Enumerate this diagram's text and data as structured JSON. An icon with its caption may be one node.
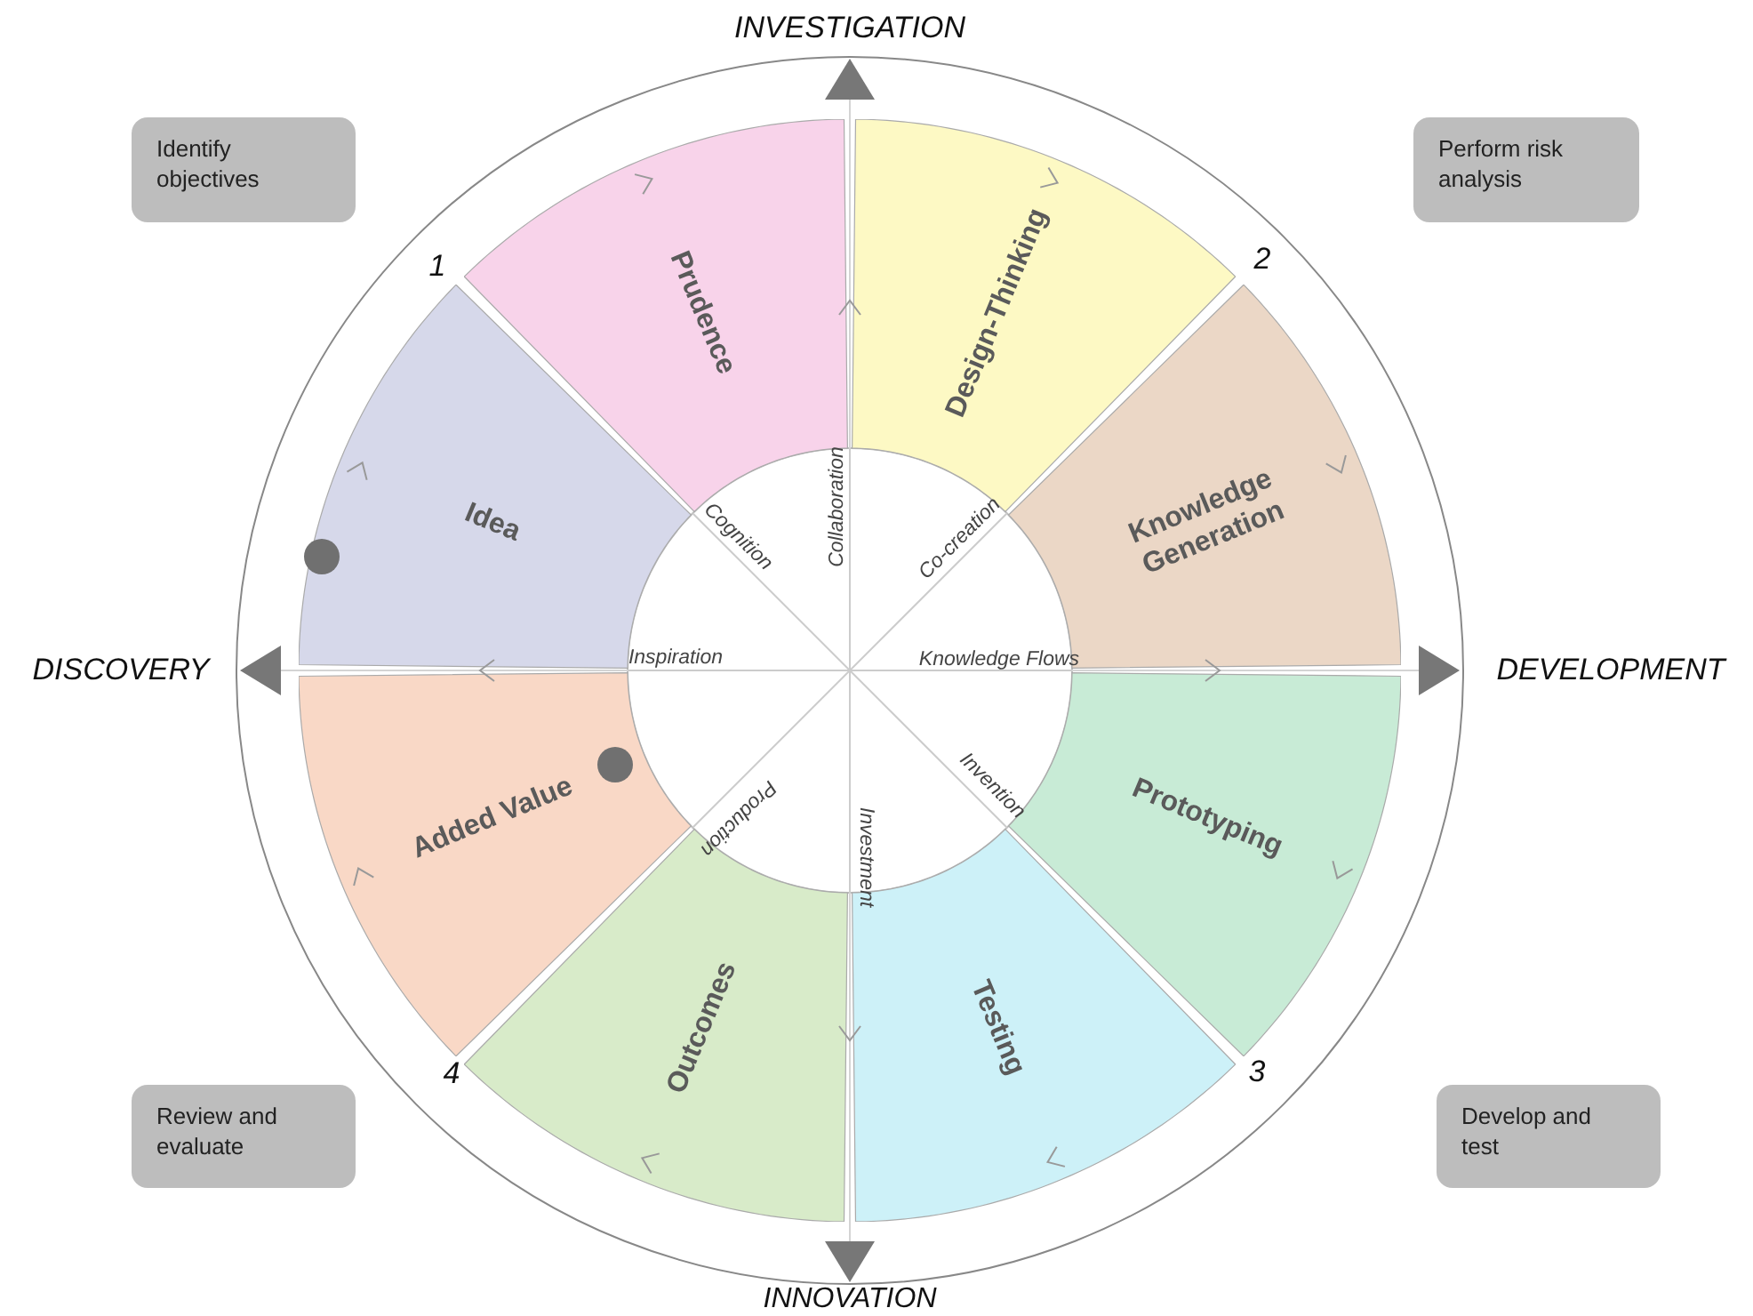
{
  "diagram": {
    "nodes": [
      {
        "text": [
          "Identify objectives"
        ]
      },
      {
        "text": [
          "Perform risk analysis"
        ]
      },
      {
        "text": [
          "Prudence"
        ]
      },
      {
        "text": [
          "Design-Thinking"
        ]
      },
      {
        "text": [
          "Knowledge Generation"
        ]
      },
      {
        "text": [
          "Prototyping"
        ]
      },
      {
        "text": [
          "Testing"
        ]
      },
      {
        "text": [
          "Outcomes"
        ]
      },
      {
        "text": [
          "Added Value"
        ]
      },
      {
        "text": [
          "Idea"
        ]
      },
      {
        "text": [
          "Review and evaluate"
        ]
      },
      {
        "text": [
          "Develop and test"
        ]
      }
    ],
    "labels": [
      "INVESTIGATION",
      "1",
      "2",
      "Collaboration",
      "Cognition",
      "Co-creation",
      "DISCOVERY",
      "Inspiration",
      "Knowledge Flows",
      "DEVELOPMENT",
      "Production",
      "Invention",
      "Investment",
      "4",
      "3",
      "INNOVATION"
    ]
  }
}
